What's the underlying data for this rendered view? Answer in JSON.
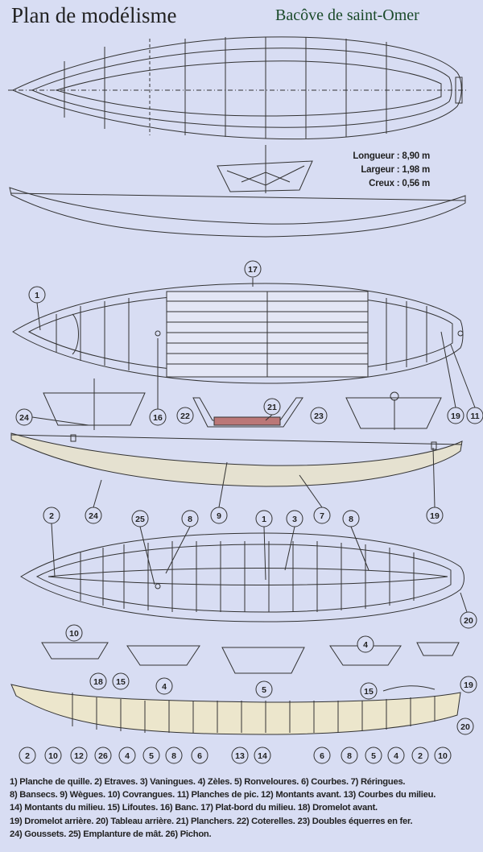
{
  "header": {
    "title": "Plan de modélisme",
    "subtitle": "Bacôve de saint-Omer"
  },
  "dimensions": {
    "length": "Longueur : 8,90 m",
    "width": "Largeur : 1,98 m",
    "depth": "Creux : 0,56 m"
  },
  "legend": {
    "line1": "1) Planche de quille. 2) Etraves. 3) Vaningues. 4) Zèles. 5) Ronveloures. 6) Courbes. 7) Réringues.",
    "line2": "8) Bansecs. 9) Wègues. 10) Covrangues. 11) Planches de pic. 12) Montants avant. 13) Courbes du milieu.",
    "line3": "14) Montants du milieu. 15) Lifoutes. 16) Banc. 17) Plat-bord du milieu. 18) Dromelot avant.",
    "line4": "19) Dromelot arrière. 20) Tableau arrière. 21) Planchers. 22) Coterelles. 23) Doubles équerres en fer.",
    "line5": "24) Goussets. 25) Emplanture de mât. 26) Pichon."
  },
  "callouts": {
    "c17": "17",
    "c1a": "1",
    "c24a": "24",
    "c16": "16",
    "c22": "22",
    "c21": "21",
    "c23": "23",
    "c19a": "19",
    "c11": "11",
    "c2a": "2",
    "c24b": "24",
    "c9": "9",
    "c7": "7",
    "c19b": "19",
    "c25": "25",
    "c8a": "8",
    "c1b": "1",
    "c3": "3",
    "c8b": "8",
    "c20a": "20",
    "c10a": "10",
    "c4a": "4",
    "c4b": "4",
    "c5a": "5",
    "c18": "18",
    "c15a": "15",
    "c15b": "15",
    "c19c": "19",
    "c20b": "20",
    "b2a": "2",
    "b10a": "10",
    "b12": "12",
    "b26": "26",
    "b4a": "4",
    "b5a": "5",
    "b8a": "8",
    "b6a": "6",
    "b13": "13",
    "b14": "14",
    "b6b": "6",
    "b8b": "8",
    "b5b": "5",
    "b4b": "4",
    "b2b": "2",
    "b10b": "10"
  }
}
